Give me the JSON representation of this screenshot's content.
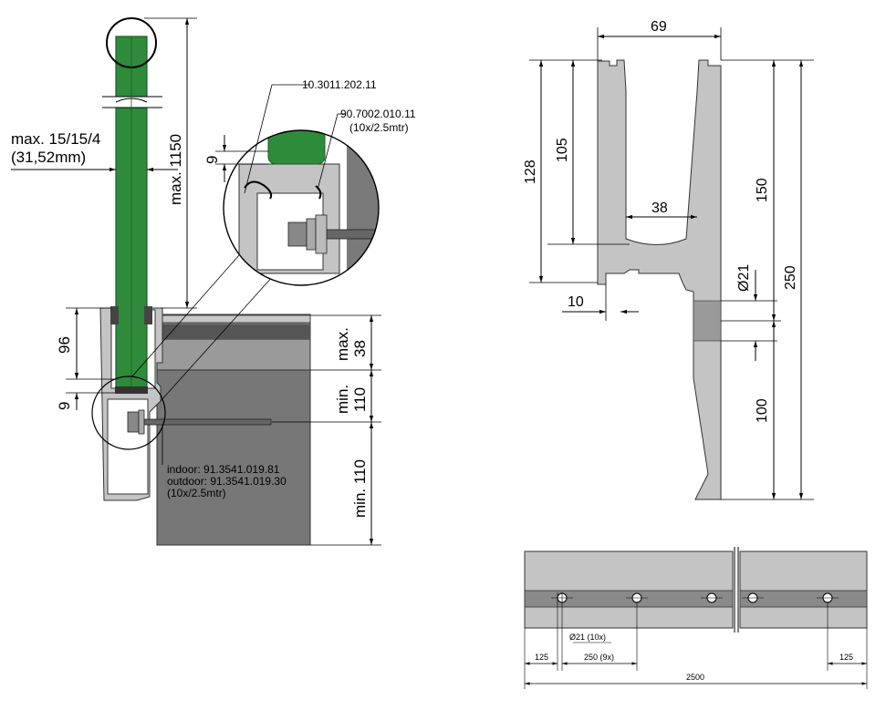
{
  "section": {
    "glass_thickness": {
      "line1": "max. 15/15/4",
      "line2": "(31,52mm)"
    },
    "height_max": "max. 1150",
    "part_gasket": "10.3011.202.11",
    "part_clip": {
      "line1": "90.7002.010.11",
      "line2": "(10x/2.5mtr)"
    },
    "detail_dim": "9",
    "dim_96": "96",
    "dim_9": "9",
    "floor_max": {
      "line1": "max.",
      "line2": "38"
    },
    "floor_min_1": {
      "line1": "min.",
      "line2": "110"
    },
    "floor_min_2": "min. 110",
    "anchor": {
      "line1": "indoor: 91.3541.019.81",
      "line2": "outdoor: 91.3541.019.30",
      "line3": "(10x/2.5mtr)"
    }
  },
  "profile": {
    "width": "69",
    "inner_height": "105",
    "outer_height": "128",
    "inner_width": "38",
    "wall": "10",
    "hole_dia": "Ø21",
    "upper_height": "150",
    "total_height": "250",
    "lower_height": "100"
  },
  "strip": {
    "hole_label": "Ø21 (10x)",
    "end_left": "125",
    "spacing": "250 (9x)",
    "end_right": "125",
    "length": "2500"
  },
  "colors": {
    "glass": "#2e8b3a",
    "profile": "#c4c4c4",
    "concrete": "#777777",
    "screed": "#9a9a9a",
    "tile": "#555555"
  }
}
